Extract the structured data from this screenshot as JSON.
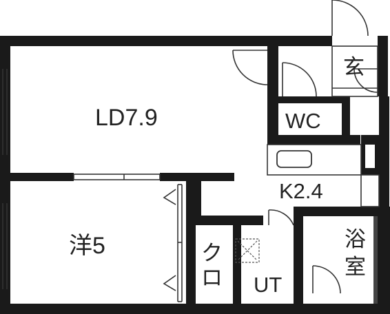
{
  "rooms": {
    "living_dining": "LD7.9",
    "western_room": "洋5",
    "toilet": "WC",
    "entrance": "玄",
    "kitchen": "K2.4",
    "closet": [
      "ク",
      "ロ"
    ],
    "utility": "UT",
    "bathroom": [
      "浴",
      "室"
    ]
  },
  "colors": {
    "wall": "#1a1a1a",
    "line": "#333333",
    "background": "#ffffff"
  }
}
